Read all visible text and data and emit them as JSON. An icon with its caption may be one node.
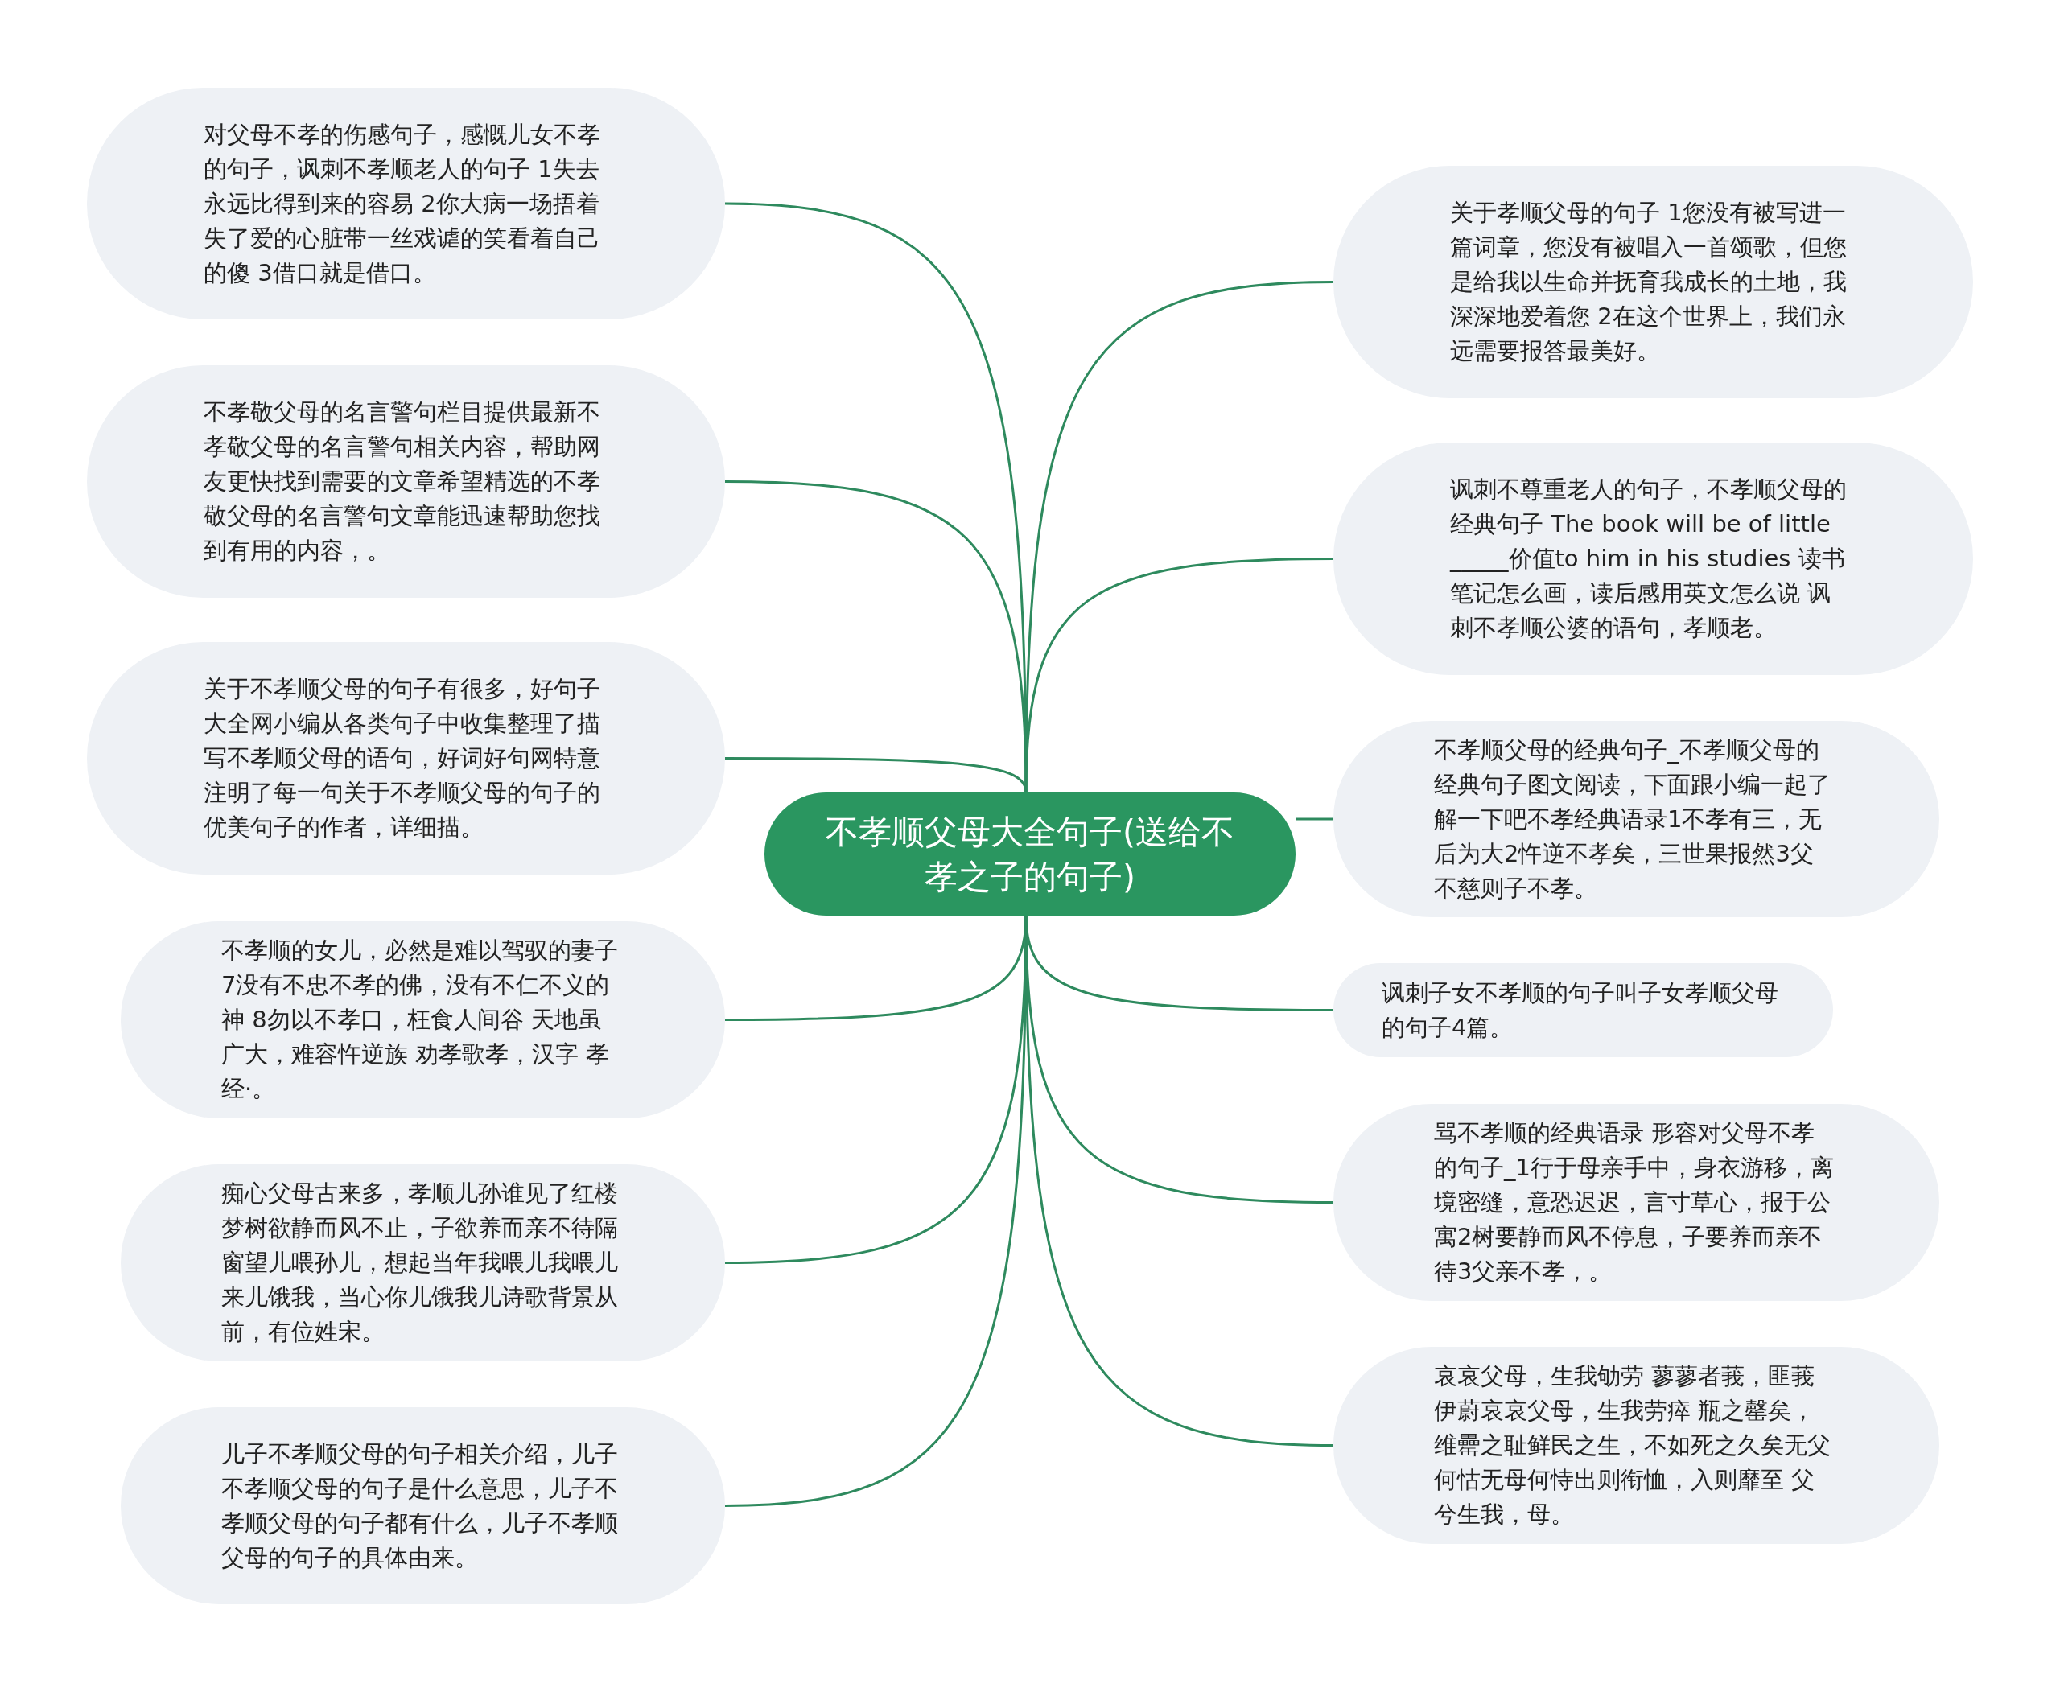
{
  "diagram": {
    "nodes": [
      {
        "text": [
          "不孝顺父母大全句子(送给不孝之子的句子)"
        ]
      },
      {
        "text": [
          "对父母不孝的伤感句子，感慨儿女不孝的句子，讽刺不孝顺老人的句子 1失去永远比得到来的容易 2你大病一场捂着失了爱的心脏带一丝戏谑的笑看着自己的傻 3借口就是借口。"
        ]
      },
      {
        "text": [
          "不孝敬父母的名言警句栏目提供最新不孝敬父母的名言警句相关内容，帮助网友更快找到需要的文章希望精选的不孝敬父母的名言警句文章能迅速帮助您找到有用的内容，。"
        ]
      },
      {
        "text": [
          "关于不孝顺父母的句子有很多，好句子大全网小编从各类句子中收集整理了描写不孝顺父母的语句，好词好句网特意注明了每一句关于不孝顺父母的句子的优美句子的作者，详细描。"
        ]
      },
      {
        "text": [
          "不孝顺的女儿，必然是难以驾驭的妻子 7没有不忠不孝的佛，没有不仁不义的神 8勿以不孝口，枉食人间谷 天地虽广大，难容忤逆族 劝孝歌孝，汉字 孝经·。"
        ]
      },
      {
        "text": [
          "痴心父母古来多，孝顺儿孙谁见了红楼梦树欲静而风不止，子欲养而亲不待隔窗望儿喂孙儿，想起当年我喂儿我喂儿来儿饿我，当心你儿饿我儿诗歌背景从前，有位姓宋。"
        ]
      },
      {
        "text": [
          "儿子不孝顺父母的句子相关介绍，儿子不孝顺父母的句子是什么意思，儿子不孝顺父母的句子都有什么，儿子不孝顺父母的句子的具体由来。"
        ]
      },
      {
        "text": [
          "关于孝顺父母的句子 1您没有被写进一篇词章，您没有被唱入一首颂歌，但您是给我以生命并抚育我成长的土地，我深深地爱着您 2在这个世界上，我们永远需要报答最美好。"
        ]
      },
      {
        "text": [
          "讽刺不尊重老人的句子，不孝顺父母的经典句子 The book will be of little _____价值to him in his studies 读书笔记怎么画，读后感用英文怎么说 讽刺不孝顺公婆的语句，孝顺老。"
        ]
      },
      {
        "text": [
          "不孝顺父母的经典句子_不孝顺父母的经典句子图文阅读，下面跟小编一起了解一下吧不孝经典语录1不孝有三，无后为大2忤逆不孝矣，三世果报然3父不慈则子不孝。"
        ]
      },
      {
        "text": [
          "讽刺子女不孝顺的句子叫子女孝顺父母的句子4篇。"
        ]
      },
      {
        "text": [
          "骂不孝顺的经典语录 形容对父母不孝的句子_1行于母亲手中，身衣游移，离境密缝，意恐迟迟，言寸草心，报于公寓2树要静而风不停息，子要养而亲不待3父亲不孝，。"
        ]
      },
      {
        "text": [
          "哀哀父母，生我劬劳 蓼蓼者莪，匪莪伊蔚哀哀父母，生我劳瘁 瓶之罄矣，维罍之耻鲜民之生，不如死之久矣无父何怙无母何恃出则衔恤，入则靡至 父兮生我，母。"
        ]
      }
    ],
    "edges": [
      {
        "from": 0,
        "to": 1,
        "arrow": "none"
      },
      {
        "from": 0,
        "to": 2,
        "arrow": "none"
      },
      {
        "from": 0,
        "to": 3,
        "arrow": "none"
      },
      {
        "from": 0,
        "to": 4,
        "arrow": "none"
      },
      {
        "from": 0,
        "to": 5,
        "arrow": "none"
      },
      {
        "from": 0,
        "to": 6,
        "arrow": "none"
      },
      {
        "from": 0,
        "to": 7,
        "arrow": "none"
      },
      {
        "from": 0,
        "to": 8,
        "arrow": "none"
      },
      {
        "from": 0,
        "to": 9,
        "arrow": "none"
      },
      {
        "from": 0,
        "to": 10,
        "arrow": "none"
      },
      {
        "from": 0,
        "to": 11,
        "arrow": "none"
      },
      {
        "from": 0,
        "to": 12,
        "arrow": "none"
      }
    ]
  }
}
